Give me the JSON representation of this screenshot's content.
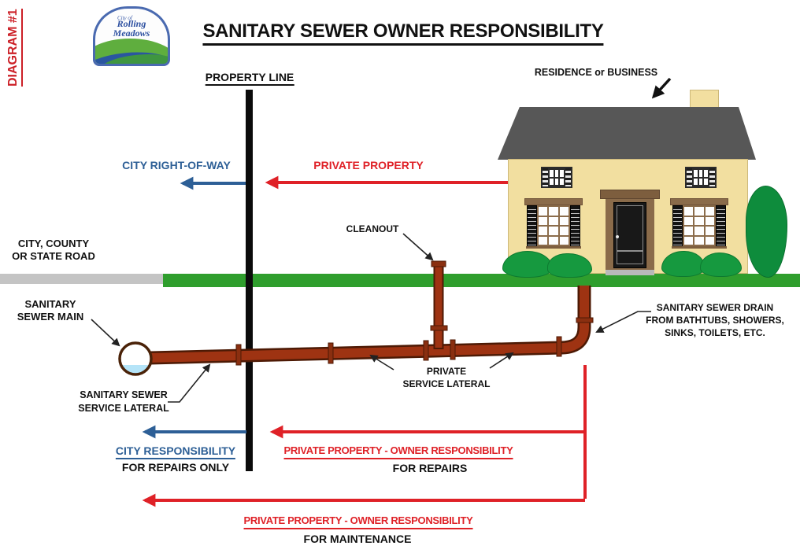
{
  "page": {
    "diagram_tag": "DIAGRAM #1",
    "title": "SANITARY SEWER OWNER RESPONSIBILITY"
  },
  "logo": {
    "city_of": "City of",
    "line1": "Rolling",
    "line2": "Meadows"
  },
  "labels": {
    "property_line": "PROPERTY LINE",
    "residence": "RESIDENCE or BUSINESS",
    "city_right_of_way": "CITY RIGHT-OF-WAY",
    "private_property": "PRIVATE PROPERTY",
    "cleanout": "CLEANOUT",
    "road_line1": "CITY, COUNTY",
    "road_line2": "OR STATE ROAD",
    "sewer_main_line1": "SANITARY",
    "sewer_main_line2": "SEWER MAIN",
    "sewer_drain_line1": "SANITARY SEWER DRAIN",
    "sewer_drain_line2": "FROM BATHTUBS, SHOWERS,",
    "sewer_drain_line3": "SINKS, TOILETS, ETC.",
    "private_lateral_line1": "PRIVATE",
    "private_lateral_line2": "SERVICE LATERAL",
    "service_lateral_line1": "SANITARY SEWER",
    "service_lateral_line2": "SERVICE LATERAL"
  },
  "responsibility": {
    "city": {
      "title": "CITY RESPONSIBILITY",
      "subtitle": "FOR REPAIRS ONLY"
    },
    "owner_repairs": {
      "title": "PRIVATE PROPERTY - OWNER RESPONSIBILITY",
      "subtitle": "FOR REPAIRS"
    },
    "owner_maintenance": {
      "title": "PRIVATE PROPERTY - OWNER RESPONSIBILITY",
      "subtitle": "FOR MAINTENANCE"
    }
  },
  "colors": {
    "accent_red": "#df2127",
    "accent_blue": "#2d5f96",
    "pipe": "#9e3312",
    "pipe_outline": "#4d1a05",
    "grass": "#2f9e2d",
    "road": "#c4c4c4",
    "roof": "#575757",
    "wall": "#f2dfa0",
    "water": "#b5e4f8"
  }
}
